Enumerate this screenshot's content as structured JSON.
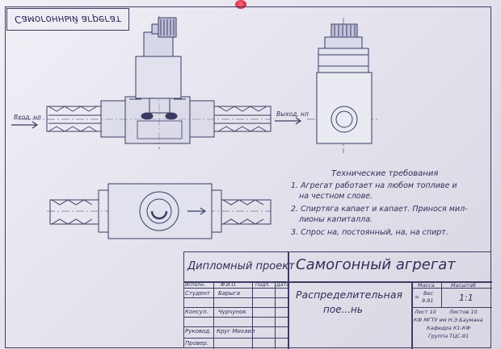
{
  "mirror_stamp": "Самогонный агрегат",
  "labels": {
    "inlet": "Вход, нл",
    "outlet": "Выход, нл"
  },
  "tech": {
    "title": "Технические требования",
    "items": [
      "1. Агрегат работает на любом топливе и",
      "на честном слове.",
      "2. Спиртяга капает и капает. Принося мил-",
      "лионы капиталла.",
      "3. Спрос на, постоянный, на, на спирт."
    ]
  },
  "title_block": {
    "project": "Дипломный проект",
    "name": "Самогонный агрегат",
    "part_line1": "Распределительная",
    "part_line2": "пое...нь",
    "col_headers": [
      "Исполн.",
      "Ф.И.О.",
      "Подп.",
      "Дата"
    ],
    "rows": [
      {
        "role": "Студент",
        "person": "Барыга"
      },
      {
        "role": "Консул.",
        "person": "Чурчунок"
      },
      {
        "role": "Руковод.",
        "person": "Круг Михаил"
      },
      {
        "role": "Провер.",
        "person": ""
      }
    ],
    "mass_label": "Масса",
    "scale_label": "Масштаб",
    "mass_value_top": "Вес",
    "mass_value_eq": "=",
    "mass_value": "9.81",
    "scale_value": "1:1",
    "sheet_label": "Лист 10",
    "sheets_label": "Листов 10",
    "org_line1": "КФ МГТУ им Н.Э.Баумана",
    "org_line2": "Кафедра К1-КФ",
    "org_line3": "Группа ТЦС-91"
  }
}
